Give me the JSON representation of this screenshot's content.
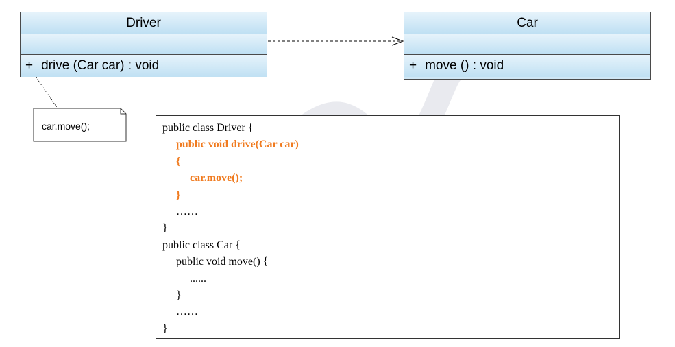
{
  "classes": {
    "driver": {
      "name": "Driver",
      "operation": {
        "visibility": "+",
        "signature": "drive (Car car)  : void"
      }
    },
    "car": {
      "name": "Car",
      "operation": {
        "visibility": "+",
        "signature": "move ()  : void"
      }
    }
  },
  "relationship": {
    "type": "dependency",
    "from": "Driver",
    "to": "Car",
    "style": "dashed-open-arrow"
  },
  "note": {
    "text": "car.move();",
    "attached_to": "Driver"
  },
  "code": {
    "lines": [
      {
        "text": "public class Driver {",
        "indent": 0,
        "highlight": false
      },
      {
        "text": "public void drive(Car car)",
        "indent": 1,
        "highlight": true
      },
      {
        "text": "{",
        "indent": 1,
        "highlight": true
      },
      {
        "text": "car.move();",
        "indent": 2,
        "highlight": true
      },
      {
        "text": "}",
        "indent": 1,
        "highlight": true
      },
      {
        "text": "……",
        "indent": 1,
        "highlight": false
      },
      {
        "text": "}",
        "indent": 0,
        "highlight": false
      },
      {
        "text": "public class Car {",
        "indent": 0,
        "highlight": false
      },
      {
        "text": "public void move() {",
        "indent": 1,
        "highlight": false
      },
      {
        "text": "......",
        "indent": 2,
        "highlight": false
      },
      {
        "text": "}",
        "indent": 1,
        "highlight": false
      },
      {
        "text": "……",
        "indent": 1,
        "highlight": false
      },
      {
        "text": "}",
        "indent": 0,
        "highlight": false
      }
    ]
  },
  "colors": {
    "class_fill": "#cfe7f6",
    "highlight_code": "#f07b20",
    "watermark": "#e9eaef"
  }
}
